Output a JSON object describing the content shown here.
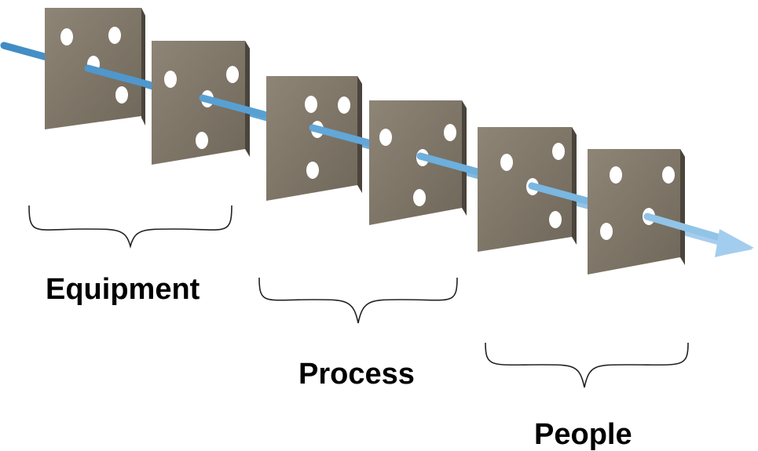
{
  "diagram": {
    "groups": [
      {
        "label": "Equipment"
      },
      {
        "label": "Process"
      },
      {
        "label": "People"
      }
    ],
    "colors": {
      "plate_face": "#847b6e",
      "plate_edge": "#4a443c",
      "arrow": "#6fa8d6",
      "bracket": "#222222"
    }
  }
}
